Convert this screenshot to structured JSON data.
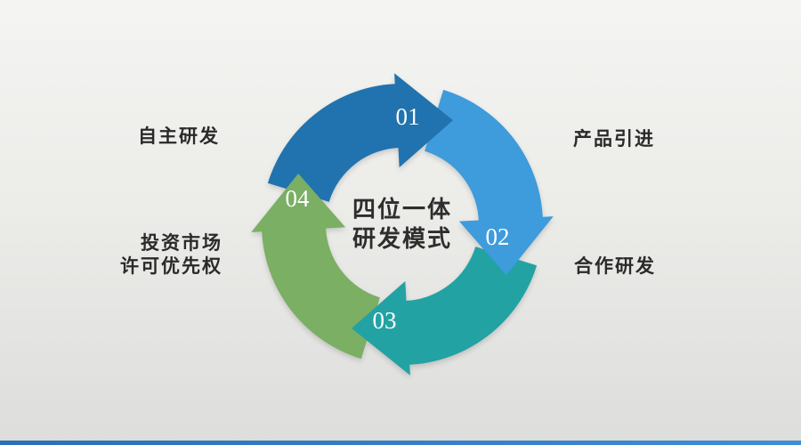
{
  "diagram": {
    "type": "cycle-arrow-diagram",
    "center_text": [
      "四位一体",
      "研发模式"
    ],
    "segments": [
      {
        "number": "01",
        "label": "自主研发",
        "color": "#2173af",
        "label_position": "top-left"
      },
      {
        "number": "02",
        "label": "产品引进",
        "color": "#3e9bdc",
        "label_position": "top-right"
      },
      {
        "number": "03",
        "label": "合作研发",
        "color": "#23a2a3",
        "label_position": "bottom-right"
      },
      {
        "number": "04",
        "label": "投资市场 许可优先权",
        "label_lines": [
          "投资市场",
          "许可优先权"
        ],
        "color": "#7aaf64",
        "label_position": "bottom-left"
      }
    ],
    "number_text_color": "#ffffff",
    "label_text_color": "#2a2a2a",
    "flow_direction": "clockwise"
  },
  "slide": {
    "background_top_color": "#f4f4f2",
    "background_bottom_color": "#dddddc",
    "bottom_bar_color": "#2f74bd"
  }
}
